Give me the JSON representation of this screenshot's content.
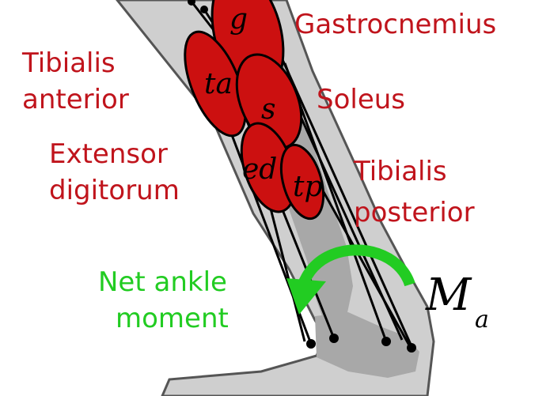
{
  "labels": {
    "gastrocnemius": "Gastrocnemius",
    "tibialis_anterior_1": "Tibialis",
    "tibialis_anterior_2": "anterior",
    "soleus": "Soleus",
    "extensor_1": "Extensor",
    "extensor_2": "digitorum",
    "tibialis_posterior_1": "Tibialis",
    "tibialis_posterior_2": "posterior",
    "net_ankle_1": "Net ankle",
    "net_ankle_2": "moment"
  },
  "muscle_letters": {
    "g": "g",
    "ta": "ta",
    "s": "s",
    "ed": "ed",
    "tp": "tp"
  },
  "moment_symbol": {
    "main": "M",
    "subscript": "a"
  },
  "colors": {
    "muscle_fill": "#cc1010",
    "label_red": "#c0141c",
    "arrow_green": "#22cc22",
    "leg_fill": "#cfcfcf",
    "bone_fill": "#a8a8a8",
    "outline": "#555555"
  }
}
